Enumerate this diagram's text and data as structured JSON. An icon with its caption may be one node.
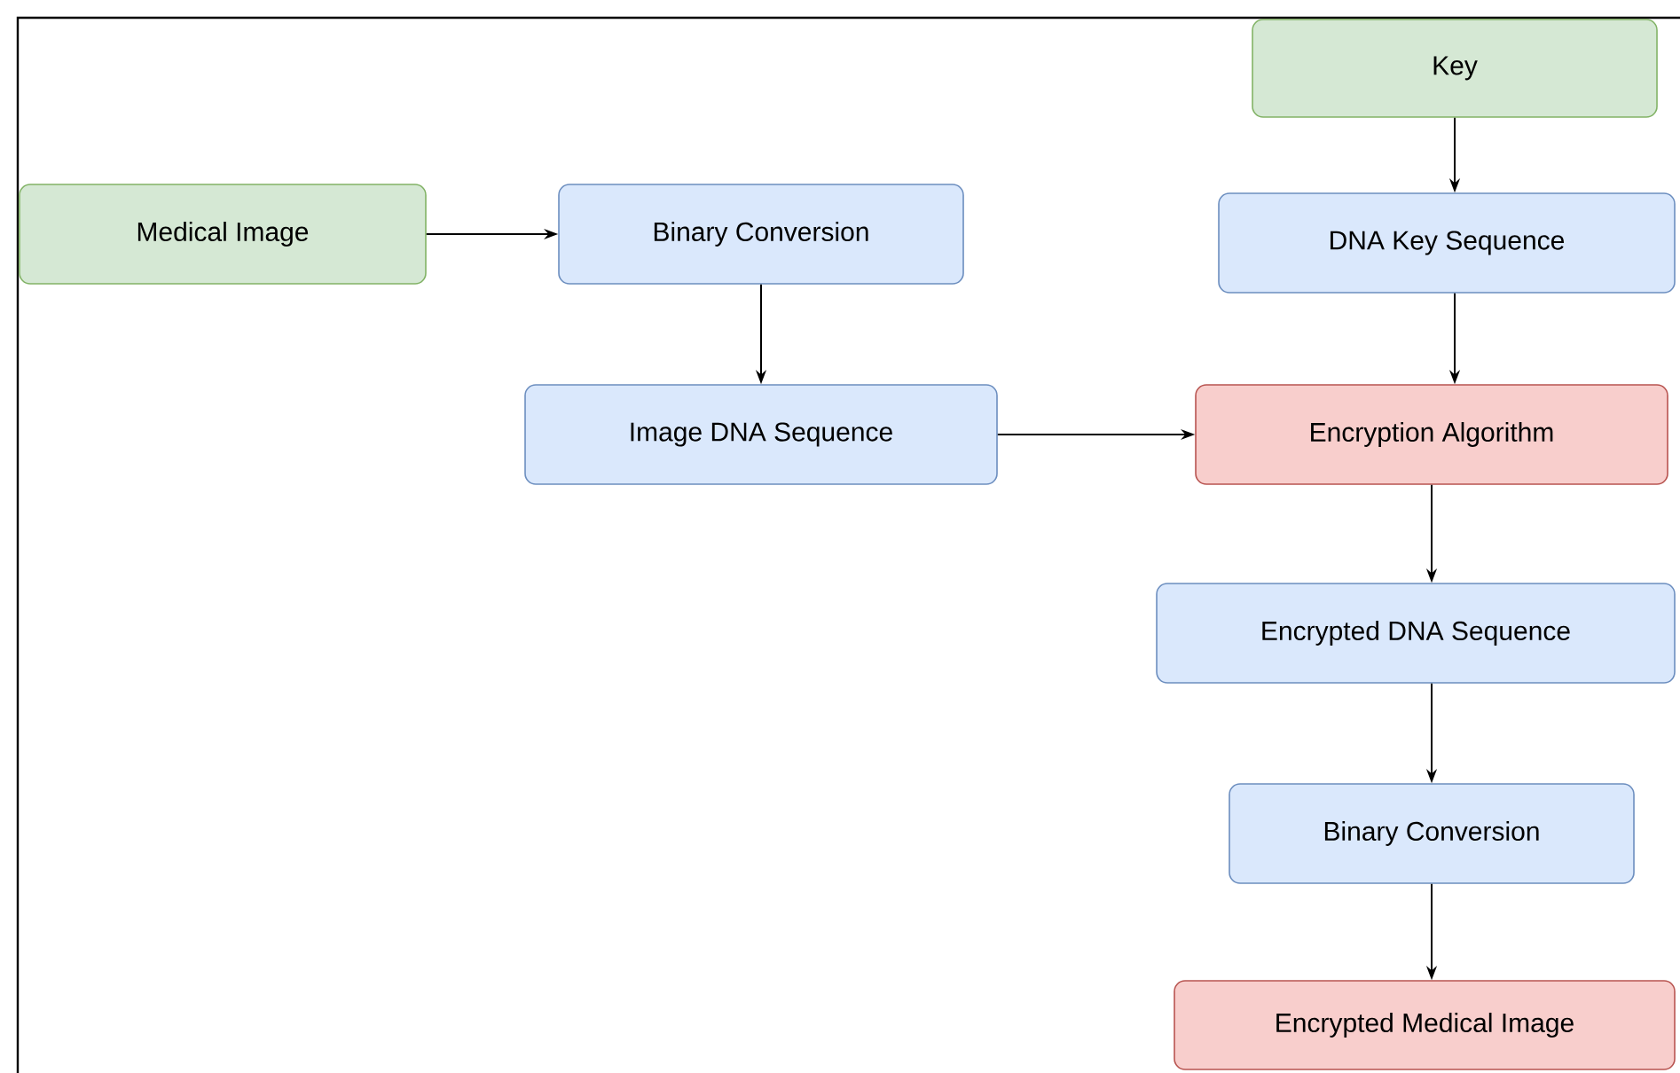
{
  "diagram": {
    "nodes": [
      {
        "text": [
          "Key"
        ]
      },
      {
        "text": [
          "Medical Image"
        ]
      },
      {
        "text": [
          "Binary Conversion"
        ]
      },
      {
        "text": [
          "DNA Key Sequence"
        ]
      },
      {
        "text": [
          "Image DNA Sequence"
        ]
      },
      {
        "text": [
          "Encryption Algorithm"
        ]
      },
      {
        "text": [
          "Encrypted DNA Sequence"
        ]
      },
      {
        "text": [
          "Binary Conversion"
        ]
      },
      {
        "text": [
          "Encrypted Medical Image"
        ]
      }
    ],
    "edges": [
      {
        "from": 1,
        "to": 2,
        "arrow": "to"
      },
      {
        "from": 2,
        "to": 4,
        "arrow": "to"
      },
      {
        "from": 0,
        "to": 3,
        "arrow": "to"
      },
      {
        "from": 3,
        "to": 5,
        "arrow": "to"
      },
      {
        "from": 4,
        "to": 5,
        "arrow": "to"
      },
      {
        "from": 5,
        "to": 6,
        "arrow": "to"
      },
      {
        "from": 6,
        "to": 7,
        "arrow": "to"
      },
      {
        "from": 7,
        "to": 8,
        "arrow": "to"
      }
    ]
  }
}
